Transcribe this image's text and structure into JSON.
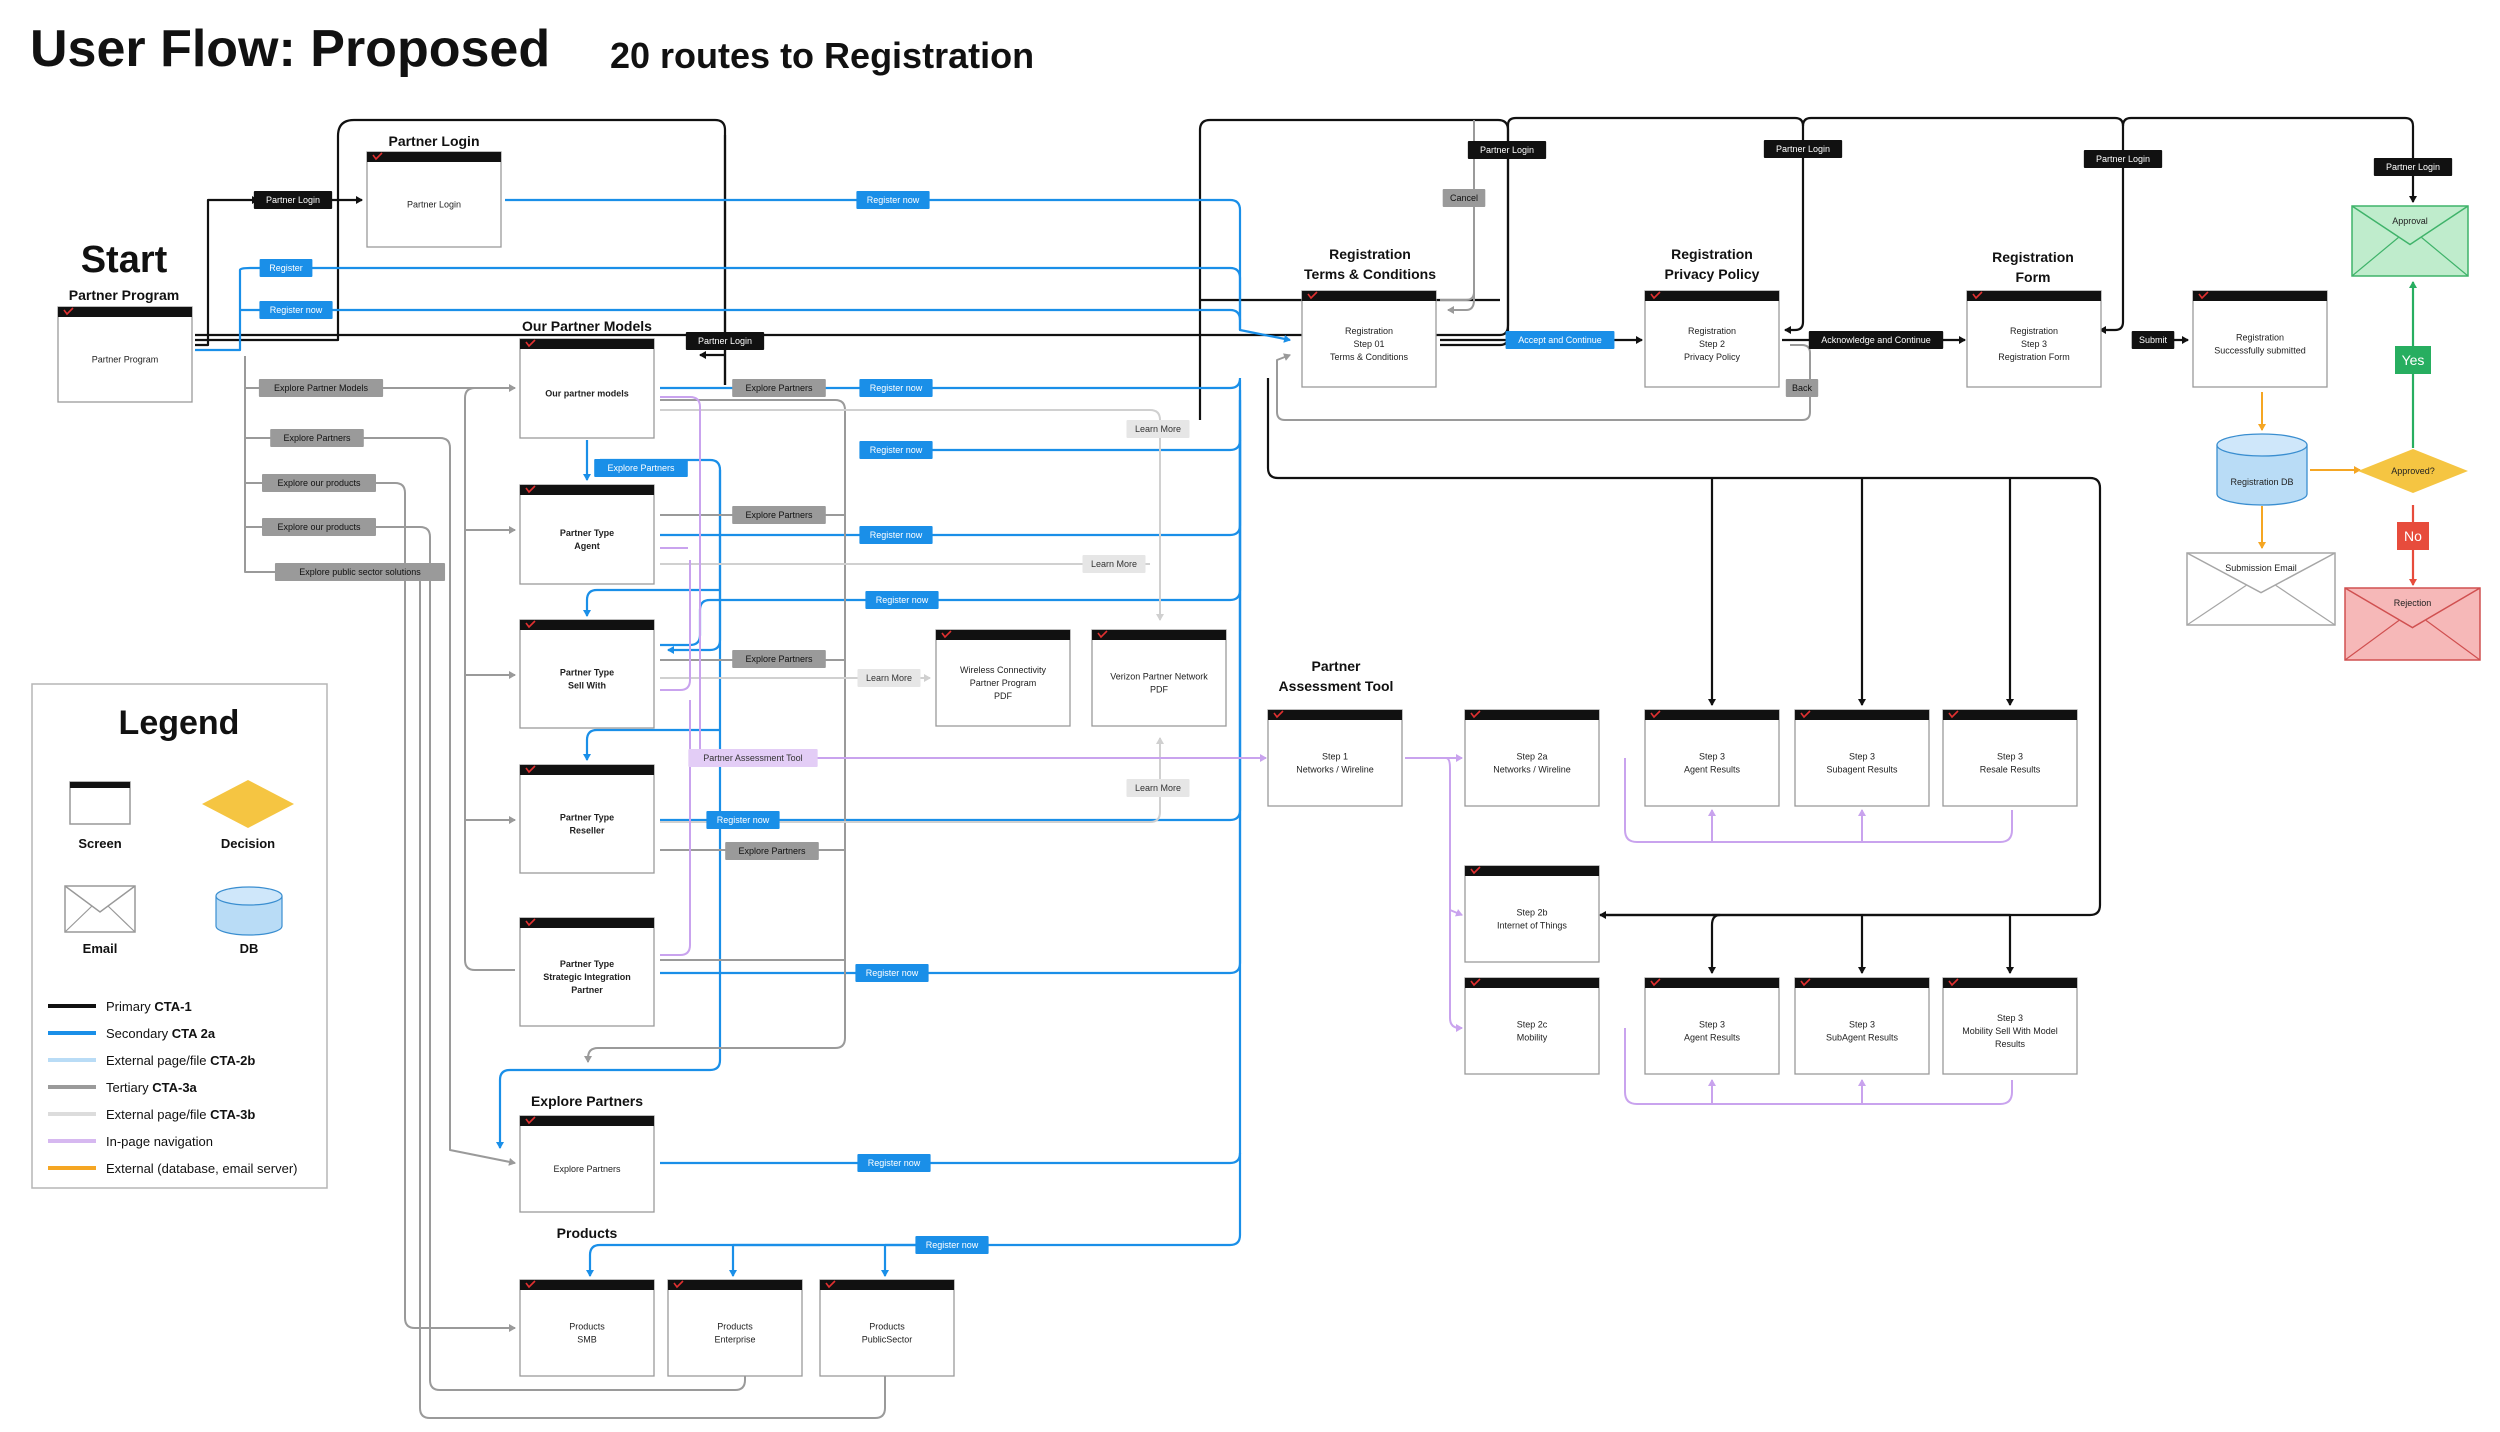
{
  "header": {
    "title": "User Flow: Proposed",
    "subtitle": "20 routes to Registration"
  },
  "colors": {
    "primary": "#111111",
    "secondary": "#1a8fe8",
    "external_b": "#b9dcf6",
    "tertiary": "#9a9a9a",
    "external_3b": "#dcdcdc",
    "inpage": "#d6b8f0",
    "external_db": "#f5a623",
    "approve_green": "#27ae60",
    "reject_red": "#e74c3c",
    "decision_yellow": "#f5c542"
  },
  "sections": {
    "start": "Start",
    "partner_program": "Partner Program",
    "partner_login": "Partner Login",
    "our_partner_models": "Our Partner Models",
    "explore_partners": "Explore Partners",
    "products": "Products",
    "reg_terms": [
      "Registration",
      "Terms & Conditions"
    ],
    "reg_privacy": [
      "Registration",
      "Privacy Policy"
    ],
    "reg_form": [
      "Registration",
      "Form"
    ],
    "assessment": [
      "Partner",
      "Assessment Tool"
    ]
  },
  "screens": {
    "partner_program": [
      "Partner Program"
    ],
    "partner_login": [
      "Partner Login"
    ],
    "our_models": [
      "Our partner models"
    ],
    "agent": [
      "Partner Type",
      "Agent"
    ],
    "sell_with": [
      "Partner Type",
      "Sell With"
    ],
    "reseller": [
      "Partner Type",
      "Reseller"
    ],
    "strategic": [
      "Partner Type",
      "Strategic Integration",
      "Partner"
    ],
    "explore": [
      "Explore Partners"
    ],
    "smb": [
      "Products",
      "SMB"
    ],
    "enterprise": [
      "Products",
      "Enterprise"
    ],
    "public_sector": [
      "Products",
      "PublicSector"
    ],
    "wireless_pdf": [
      "Wireless Connectivity",
      "Partner Program",
      "PDF"
    ],
    "verizon_pdf": [
      "Verizon Partner Network",
      "PDF"
    ],
    "reg1": [
      "Registration",
      "Step 01",
      "Terms & Conditions"
    ],
    "reg2": [
      "Registration",
      "Step 2",
      "Privacy Policy"
    ],
    "reg3": [
      "Registration",
      "Step 3",
      "Registration Form"
    ],
    "reg_done": [
      "Registration",
      "Successfully submitted"
    ],
    "step1": [
      "Step 1",
      "Networks / Wireline"
    ],
    "step2a": [
      "Step 2a",
      "Networks / Wireline"
    ],
    "step2b": [
      "Step 2b",
      "Internet of Things"
    ],
    "step2c": [
      "Step 2c",
      "Mobility"
    ],
    "s3_agent": [
      "Step 3",
      "Agent Results"
    ],
    "s3_subagent": [
      "Step 3",
      "Subagent Results"
    ],
    "s3_resale": [
      "Step 3",
      "Resale Results"
    ],
    "s3_agent2": [
      "Step 3",
      "Agent Results"
    ],
    "s3_subagent2": [
      "Step 3",
      "SubAgent Results"
    ],
    "s3_mobility": [
      "Step 3",
      "Mobility Sell With Model",
      "Results"
    ]
  },
  "others": {
    "approval": "Approval",
    "rejection": "Rejection",
    "submission_email": "Submission Email",
    "reg_db": "Registration DB",
    "approved_q": "Approved?",
    "yes": "Yes",
    "no": "No"
  },
  "tags": {
    "partner_login": "Partner Login",
    "register": "Register",
    "register_now": "Register now",
    "explore_partner_models": "Explore Partner Models",
    "explore_partners": "Explore Partners",
    "explore_products": "Explore our products",
    "explore_public": "Explore public sector solutions",
    "learn_more": "Learn More",
    "cancel": "Cancel",
    "back": "Back",
    "accept": "Accept and Continue",
    "acknowledge": "Acknowledge and Continue",
    "submit": "Submit",
    "assessment_tool": "Partner Assessment Tool"
  },
  "legend": {
    "title": "Legend",
    "screen": "Screen",
    "decision": "Decision",
    "email": "Email",
    "db": "DB",
    "lines": [
      {
        "pre": "Primary ",
        "bold": "CTA-1",
        "color": "#111111"
      },
      {
        "pre": "Secondary ",
        "bold": "CTA 2a",
        "color": "#1a8fe8"
      },
      {
        "pre": "External page/file ",
        "bold": "CTA-2b",
        "color": "#b9dcf6"
      },
      {
        "pre": "Tertiary ",
        "bold": "CTA-3a",
        "color": "#9a9a9a"
      },
      {
        "pre": "External page/file ",
        "bold": "CTA-3b",
        "color": "#dcdcdc"
      },
      {
        "pre": "In-page navigation",
        "bold": "",
        "color": "#d6b8f0"
      },
      {
        "pre": "External (database, email server)",
        "bold": "",
        "color": "#f5a623"
      }
    ]
  }
}
